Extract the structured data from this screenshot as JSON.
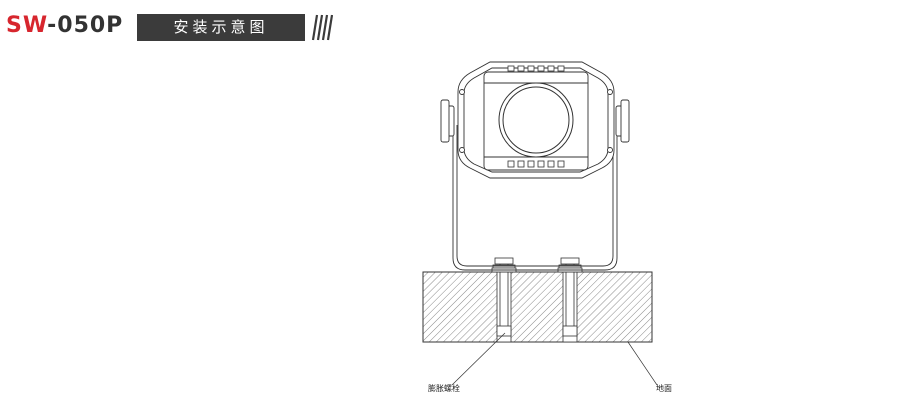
{
  "header": {
    "model_prefix": "SW",
    "model_suffix": "-050P",
    "title": "安装示意图"
  },
  "callouts": {
    "anchor_bolt": "膨胀螺栓",
    "ground": "地面"
  },
  "colors": {
    "brand_red": "#d7262e",
    "header_box": "#3b3b3b",
    "line": "#333333"
  }
}
